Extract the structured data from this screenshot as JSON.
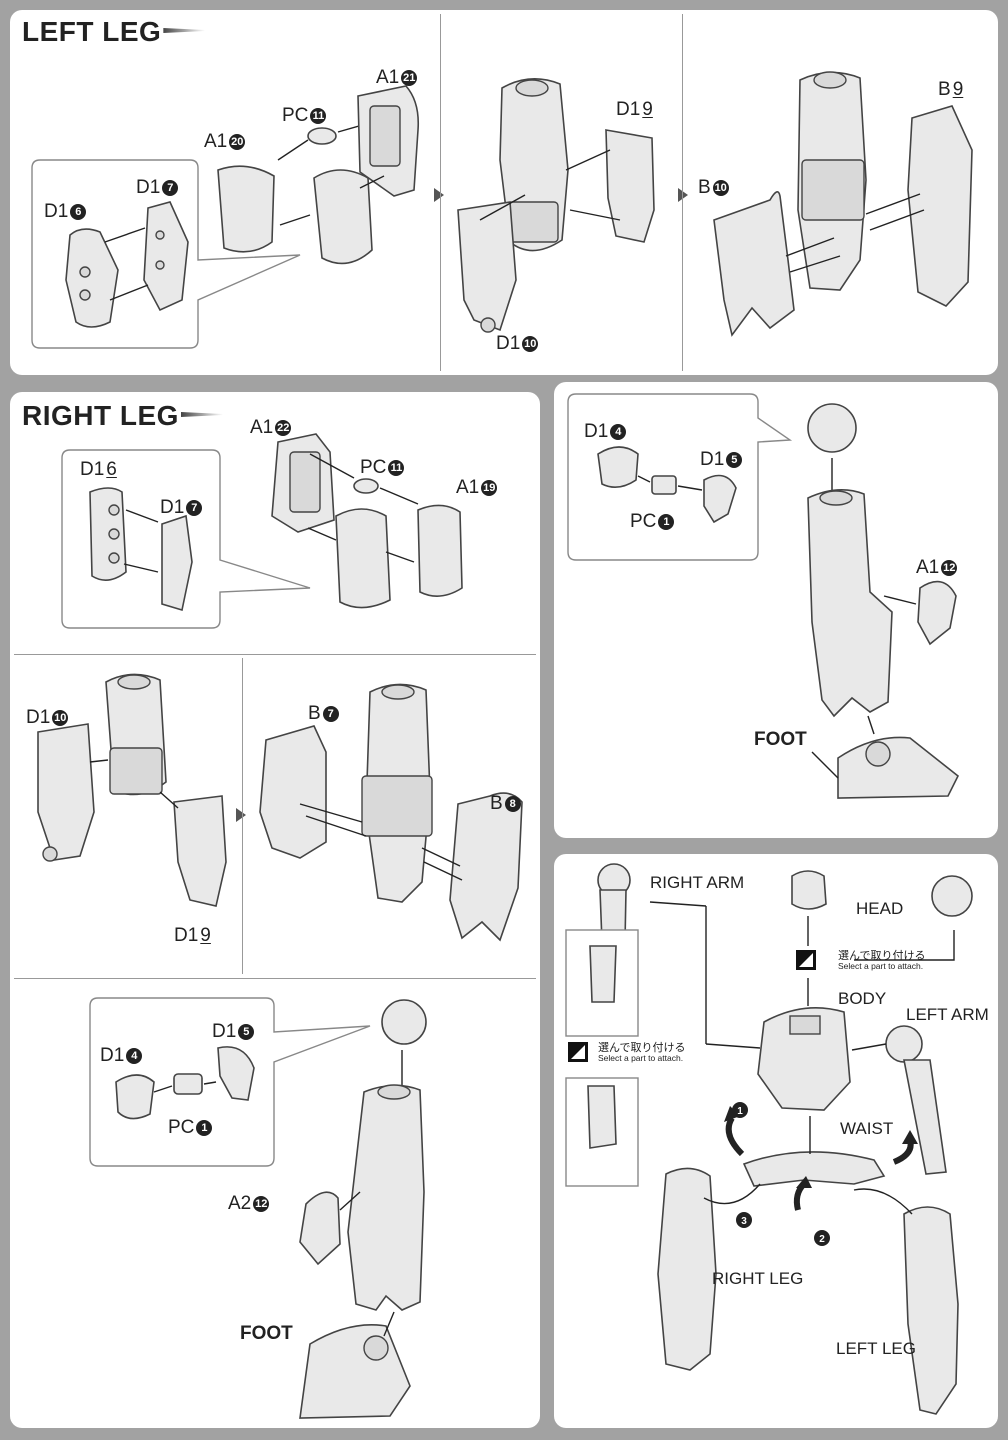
{
  "left_leg": {
    "title": "LEFT LEG",
    "labels": {
      "a1_21": "A1",
      "a1_21_num": "21",
      "pc_11": "PC",
      "pc_11_num": "11",
      "a1_20": "A1",
      "a1_20_num": "20",
      "d1_7": "D1",
      "d1_7_num": "7",
      "d1_6": "D1",
      "d1_6_num": "6",
      "d1_9": "D1",
      "d1_9_num": "9",
      "d1_10": "D1",
      "d1_10_num": "10",
      "b_10": "B",
      "b_10_num": "10",
      "b_9": "B",
      "b_9_num": "9"
    }
  },
  "right_leg": {
    "title": "RIGHT LEG",
    "labels": {
      "a1_22": "A1",
      "a1_22_num": "22",
      "pc_11": "PC",
      "pc_11_num": "11",
      "a1_19": "A1",
      "a1_19_num": "19",
      "d1_6": "D1",
      "d1_6_num": "6",
      "d1_7": "D1",
      "d1_7_num": "7",
      "d1_10": "D1",
      "d1_10_num": "10",
      "d1_9": "D1",
      "d1_9_num": "9",
      "b_7": "B",
      "b_7_num": "7",
      "b_8": "B",
      "b_8_num": "8",
      "d1_4": "D1",
      "d1_4_num": "4",
      "d1_5": "D1",
      "d1_5_num": "5",
      "pc_1": "PC",
      "pc_1_num": "1",
      "a2_12": "A2",
      "a2_12_num": "12",
      "foot": "FOOT"
    }
  },
  "left_foot": {
    "labels": {
      "d1_4": "D1",
      "d1_4_num": "4",
      "d1_5": "D1",
      "d1_5_num": "5",
      "pc_1": "PC",
      "pc_1_num": "1",
      "a1_12": "A1",
      "a1_12_num": "12",
      "foot": "FOOT"
    }
  },
  "assembly": {
    "labels": {
      "right_arm": "RIGHT ARM",
      "head": "HEAD",
      "body": "BODY",
      "left_arm": "LEFT ARM",
      "waist": "WAIST",
      "right_leg": "RIGHT LEG",
      "left_leg": "LEFT LEG"
    },
    "select_note_jp": "選んで取り付ける",
    "select_note_en": "Select a part to attach.",
    "steps": [
      "1",
      "2",
      "3"
    ]
  }
}
